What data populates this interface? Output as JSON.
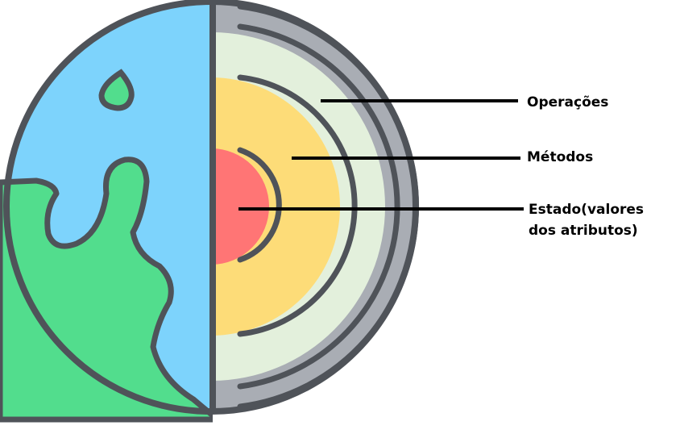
{
  "labels": {
    "operacoes": "Operações",
    "metodos": "Métodos",
    "estado_line1": "Estado(valores",
    "estado_line2": "dos atributos)"
  },
  "colors": {
    "outline": "#4f5359",
    "ocean": "#7dd3fc",
    "land": "#52dd8d",
    "shell": "#a9adb4",
    "operations_layer": "#e3f0dc",
    "methods_layer": "#fddc78",
    "state_core": "#ff7575",
    "leader_line": "#000000"
  },
  "icons": {
    "diagram": "globe-cross-section-icon"
  }
}
